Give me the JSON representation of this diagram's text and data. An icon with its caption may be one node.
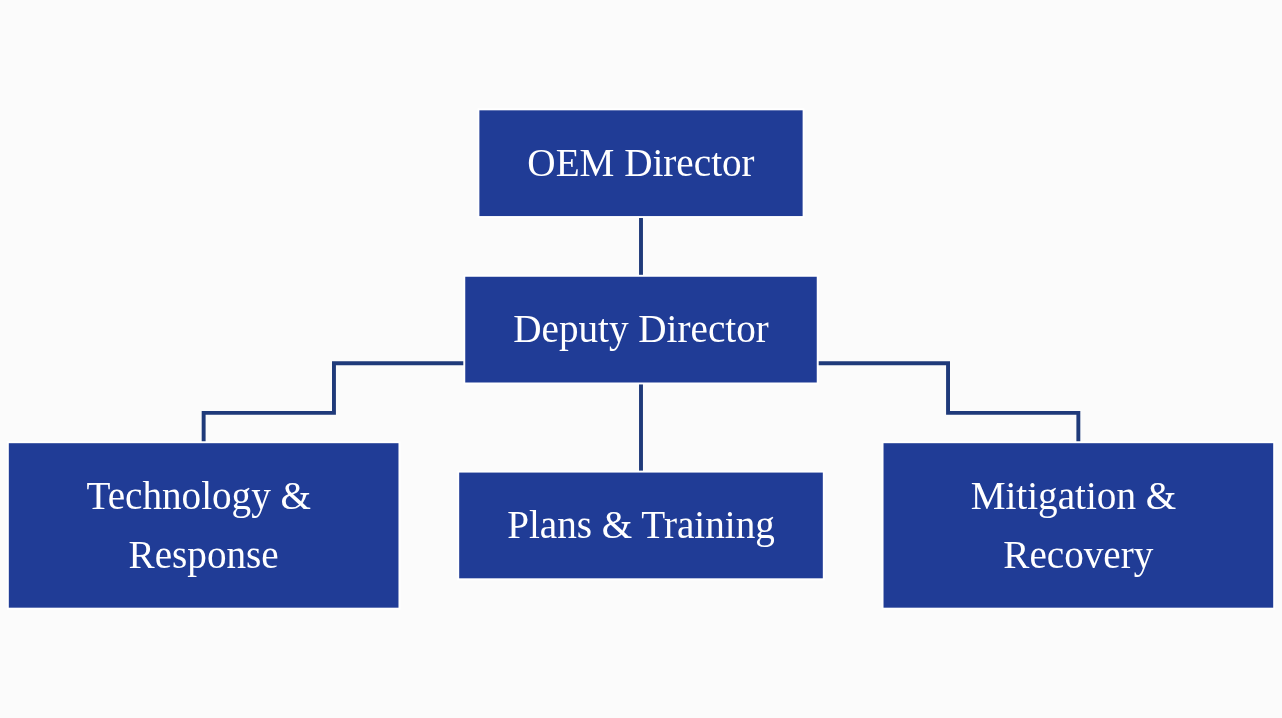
{
  "diagram": {
    "nodes": [
      {
        "text": [
          "OEM Director"
        ]
      },
      {
        "text": [
          "Deputy Director"
        ]
      },
      {
        "text": [
          "Technology & Response"
        ]
      },
      {
        "text": [
          "Plans & Training"
        ]
      },
      {
        "text": [
          "Mitigation & Recovery"
        ]
      }
    ],
    "edges": [
      {
        "from": 0,
        "to": 1,
        "arrow": "none"
      },
      {
        "from": 1,
        "to": 2,
        "arrow": "none"
      },
      {
        "from": 1,
        "to": 3,
        "arrow": "none"
      },
      {
        "from": 1,
        "to": 4,
        "arrow": "none"
      }
    ]
  }
}
